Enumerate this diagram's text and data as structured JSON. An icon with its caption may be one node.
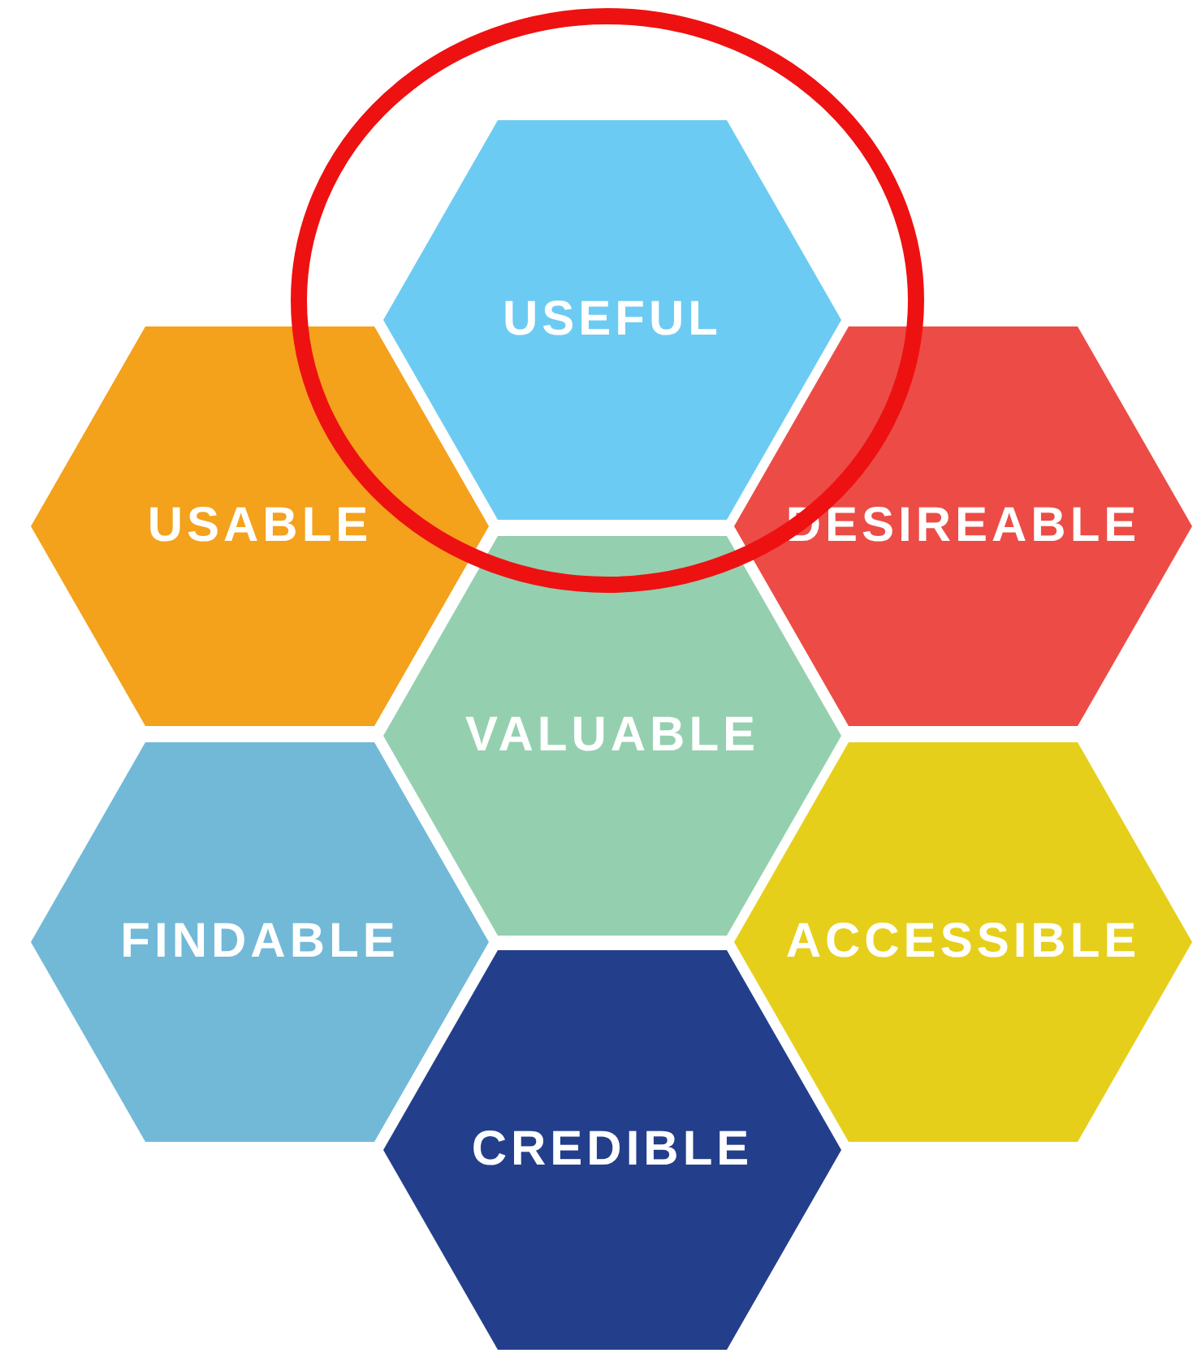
{
  "diagram": {
    "nodes": [
      {
        "text": [
          "USEFUL"
        ]
      },
      {
        "text": [
          "USABLE"
        ]
      },
      {
        "text": [
          "DESIREABLE"
        ]
      },
      {
        "text": [
          "VALUABLE"
        ]
      },
      {
        "text": [
          "FINDABLE"
        ]
      },
      {
        "text": [
          "ACCESSIBLE"
        ]
      },
      {
        "text": [
          "CREDIBLE"
        ]
      }
    ]
  }
}
